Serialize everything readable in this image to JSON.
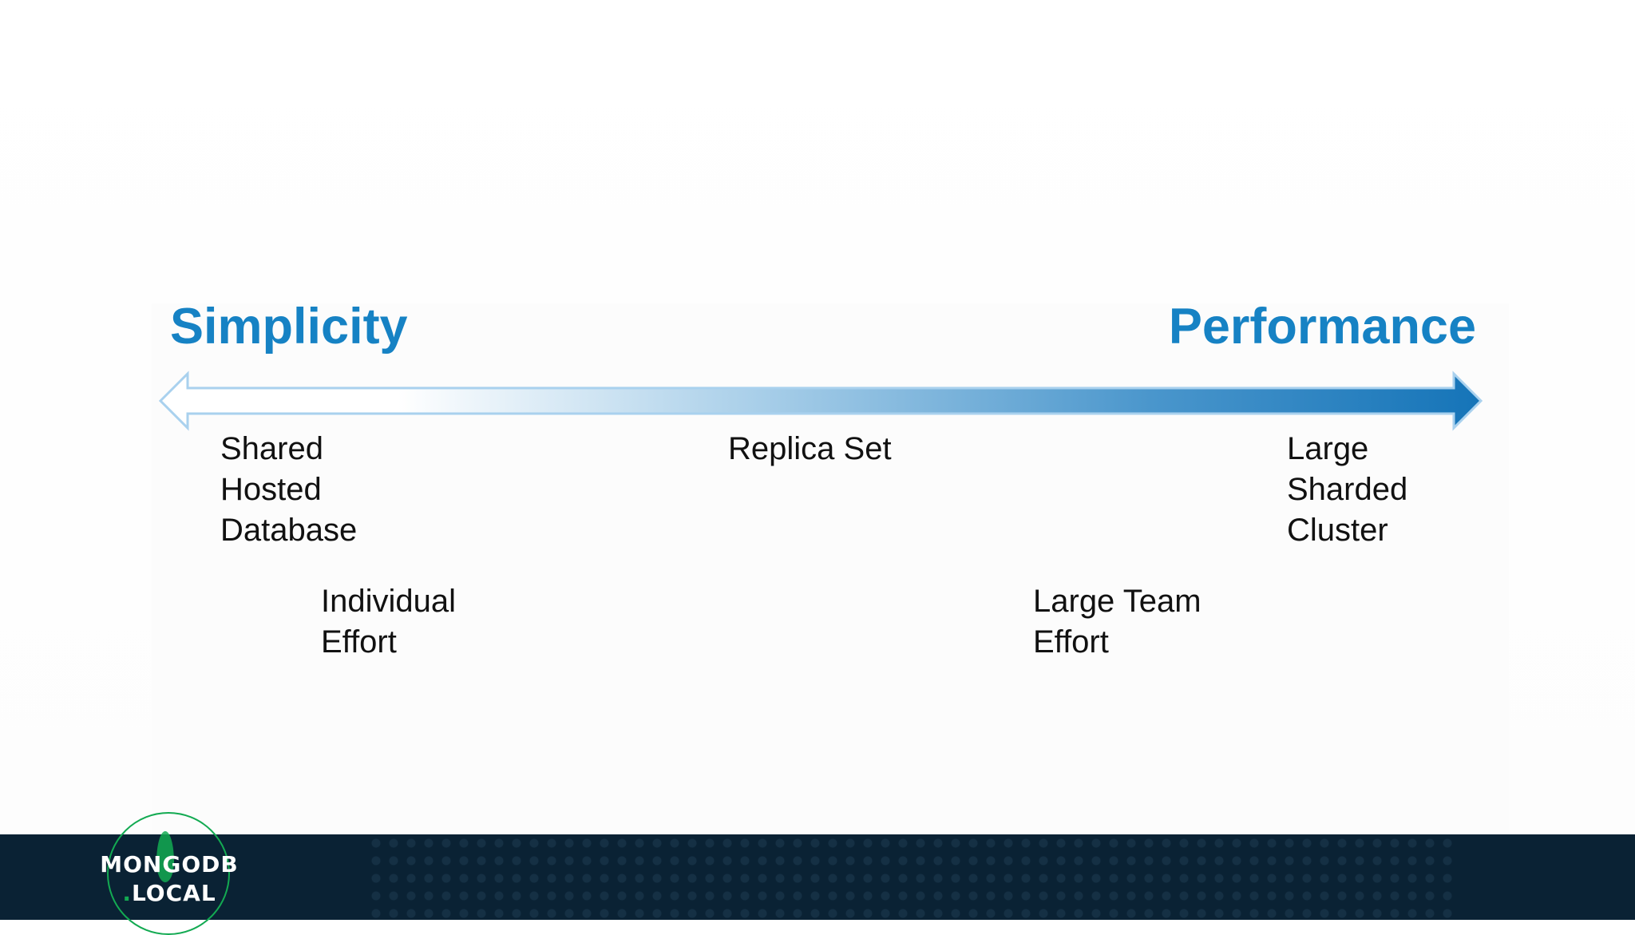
{
  "headings": {
    "left": "Simplicity",
    "right": "Performance"
  },
  "spectrum_labels": {
    "shared": [
      "Shared",
      "Hosted",
      "Database"
    ],
    "replica": "Replica Set",
    "large_cluster": [
      "Large",
      "Sharded",
      "Cluster"
    ]
  },
  "effort_labels": {
    "individual": [
      "Individual",
      "Effort"
    ],
    "team": [
      "Large Team",
      "Effort"
    ]
  },
  "footer": {
    "logo_line1": "MONGODB",
    "logo_dot": ".",
    "logo_line2": "LOCAL"
  },
  "colors": {
    "accent": "#1682c4",
    "arrow_light": "#d6e9f6",
    "arrow_dark": "#1574b8",
    "footer_bg": "#0a2234",
    "logo_green": "#13aa52"
  }
}
